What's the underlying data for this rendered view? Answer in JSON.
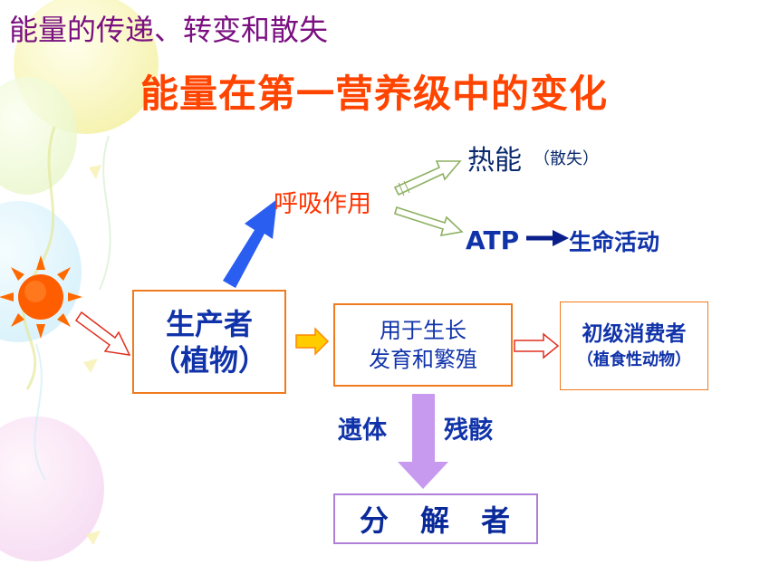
{
  "slide_title": "能量的传递、转变和散失",
  "main_title": "能量在第一营养级中的变化",
  "nodes": {
    "producer": {
      "line1": "生产者",
      "line2": "（植物）"
    },
    "respiration": "呼吸作用",
    "heat": "热能",
    "heat_note": "（散失）",
    "atp": "ATP",
    "life_activity": "生命活动",
    "growth": {
      "line1": "用于生长",
      "line2": "发育和繁殖"
    },
    "primary_consumer": {
      "line1": "初级消费者",
      "line2": "（植食性动物）"
    },
    "remains": "遗体",
    "residue": "残骸",
    "decomposer": "分 解 者"
  },
  "colors": {
    "title_purple": "#7a1080",
    "main_title": "#ff4400",
    "box_border": "#f07a1e",
    "text_blue": "#1133aa",
    "respiration_red": "#ff3300",
    "sun_orange": "#ff6a00",
    "blue_arrow": "#2a5ef0",
    "purple_arrow": "#c79af0"
  },
  "icons": [
    "sun-icon",
    "balloon-decoration"
  ]
}
